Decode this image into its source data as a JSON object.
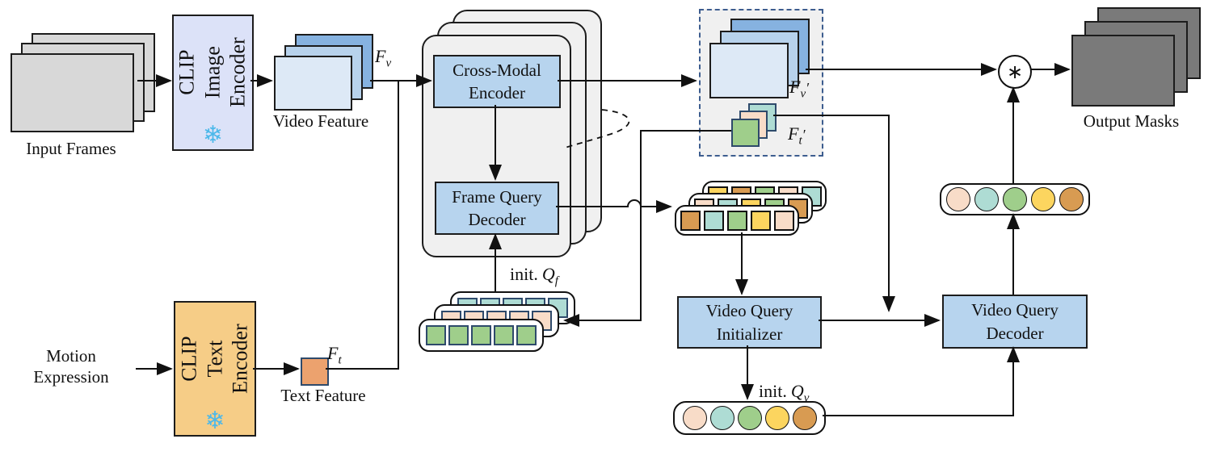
{
  "figure": {
    "name": "video-segmentation-architecture-diagram"
  },
  "labels": {
    "input_frames": "Input Frames",
    "video_feature": "Video Feature",
    "text_feature": "Text Feature",
    "output_masks": "Output Masks",
    "motion_line1": "Motion",
    "motion_line2": "Expression"
  },
  "encoders": {
    "image": {
      "l1": "CLIP",
      "l2": "Image",
      "l3": "Encoder"
    },
    "text": {
      "l1": "CLIP",
      "l2": "Text",
      "l3": "Encoder"
    }
  },
  "blocks": {
    "cross_modal_encoder": {
      "l1": "Cross-Modal",
      "l2": "Encoder"
    },
    "frame_query_decoder": {
      "l1": "Frame Query",
      "l2": "Decoder"
    },
    "video_query_initializer": {
      "l1": "Video Query",
      "l2": "Initializer"
    },
    "video_query_decoder": {
      "l1": "Video Query",
      "l2": "Decoder"
    }
  },
  "symbols": {
    "fv": {
      "base": "F",
      "sub": "v"
    },
    "ft": {
      "base": "F",
      "sub": "t"
    },
    "fv_prime": {
      "base": "F",
      "sub": "v",
      "prime": "′"
    },
    "ft_prime": {
      "base": "F",
      "sub": "t",
      "prime": "′"
    },
    "init_qf": {
      "prefix": "init.",
      "base": "Q",
      "sub": "f"
    },
    "init_qv": {
      "prefix": "init.",
      "base": "Q",
      "sub": "v"
    }
  },
  "operator": {
    "symbol": "∗"
  },
  "snowflake": "❄",
  "colors": {
    "peach": "#f8dcc8",
    "teal": "#aedcd4",
    "green": "#9fce8b",
    "yellow": "#fcd55f",
    "orange": "#d89b52"
  },
  "theme": {
    "process_box_blue": "#b7d4ee",
    "image_encoder_lavender": "#dce2f8",
    "text_encoder_orange": "#f6cd87",
    "text_feature_square": "#eca26e",
    "container_gray": "#f0f0f0",
    "input_frame_gray": "#d8d8d8",
    "mask_gray": "#7a7a7a",
    "feature_blue_front": "#dde9f6",
    "feature_blue_mid": "#b7d2ec",
    "feature_blue_back": "#86b2e0",
    "dashed_border_navy": "#3d5d8f",
    "square_border_navy": "#2e4a6b",
    "snowflake_blue": "#4cb8ea",
    "line_black": "#111111"
  },
  "query_rows": {
    "frame_queries": {
      "back": [
        "yellow",
        "orange",
        "green",
        "peach",
        "teal"
      ],
      "middle": [
        "peach",
        "teal",
        "yellow",
        "green",
        "orange"
      ],
      "front": [
        "orange",
        "teal",
        "green",
        "yellow",
        "peach"
      ]
    },
    "init_qf": {
      "back": [
        "teal",
        "teal",
        "teal",
        "teal",
        "teal"
      ],
      "middle": [
        "peach",
        "peach",
        "peach",
        "peach",
        "peach"
      ],
      "front": [
        "green",
        "green",
        "green",
        "green",
        "green"
      ]
    },
    "init_qv": [
      "peach",
      "teal",
      "green",
      "yellow",
      "orange"
    ],
    "video_queries": [
      "peach",
      "teal",
      "green",
      "yellow",
      "orange"
    ]
  }
}
